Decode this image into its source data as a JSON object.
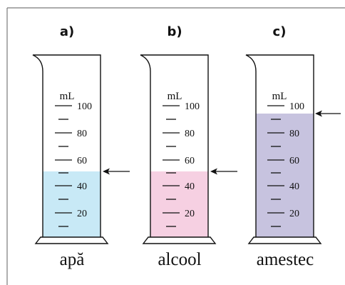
{
  "cylinders": [
    {
      "id": "a",
      "panel_label": "a)",
      "unit": "mL",
      "tick_labels": [
        "100",
        "80",
        "60",
        "40",
        "20"
      ],
      "liquid_level_ml": 50,
      "liquid_color": "#c8e9f6",
      "caption": "apă",
      "has_arrow": true
    },
    {
      "id": "b",
      "panel_label": "b)",
      "unit": "mL",
      "tick_labels": [
        "100",
        "80",
        "60",
        "40",
        "20"
      ],
      "liquid_level_ml": 50,
      "liquid_color": "#f6d0e2",
      "caption": "alcool",
      "has_arrow": true
    },
    {
      "id": "c",
      "panel_label": "c)",
      "unit": "mL",
      "tick_labels": [
        "100",
        "80",
        "60",
        "40",
        "20"
      ],
      "liquid_level_ml": 96,
      "liquid_color": "#c7c3df",
      "caption": "amestec",
      "has_arrow": true
    }
  ],
  "colors": {
    "border": "#7a7a7a",
    "stroke": "#111111"
  }
}
